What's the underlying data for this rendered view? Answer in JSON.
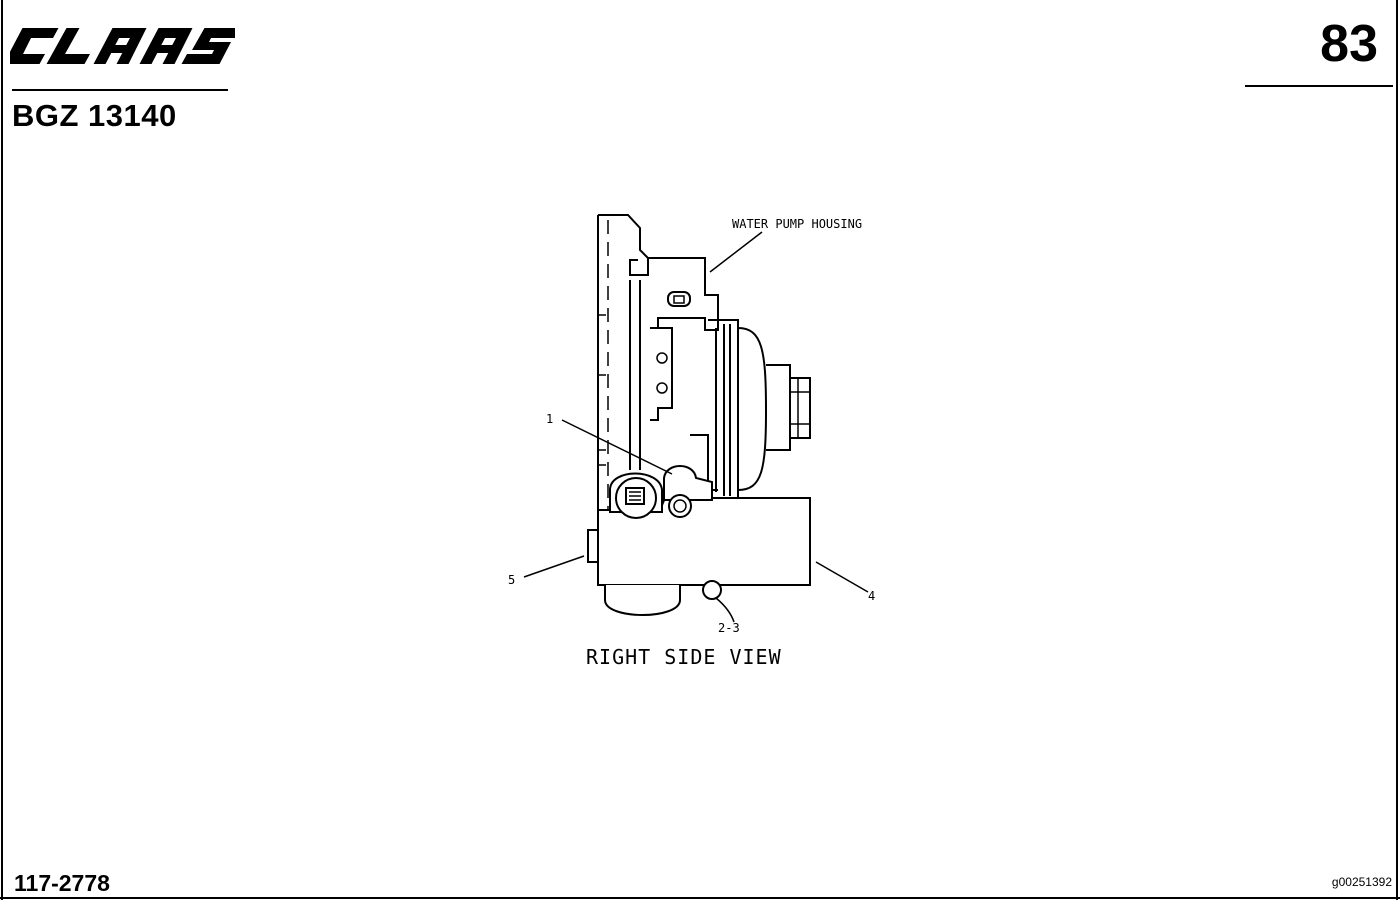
{
  "header": {
    "brand_logo_text": "CLAAS",
    "doc_code": "BGZ 13140",
    "page_number": "83"
  },
  "footer": {
    "part_number": "117-2778",
    "image_ref": "g00251392"
  },
  "drawing": {
    "callouts": {
      "water_pump_housing": "WATER PUMP HOUSING",
      "c1": "1",
      "c23": "2-3",
      "c4": "4",
      "c5": "5"
    },
    "caption": "RIGHT SIDE VIEW"
  }
}
